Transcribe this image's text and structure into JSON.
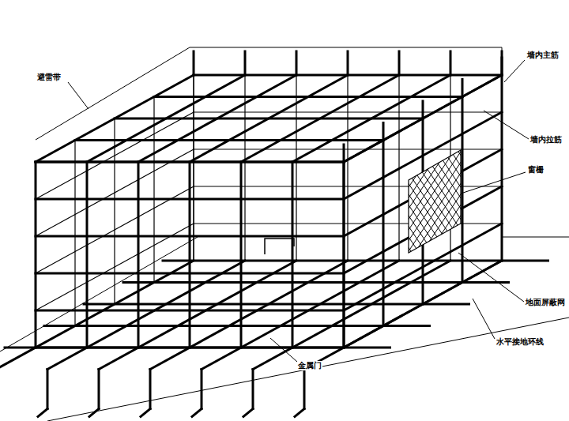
{
  "diagram": {
    "labels": [
      "避雷带",
      "墙内主筋",
      "墙内拉筋",
      "窗栅",
      "地面屏蔽网",
      "水平接地环线",
      "金属门"
    ]
  }
}
